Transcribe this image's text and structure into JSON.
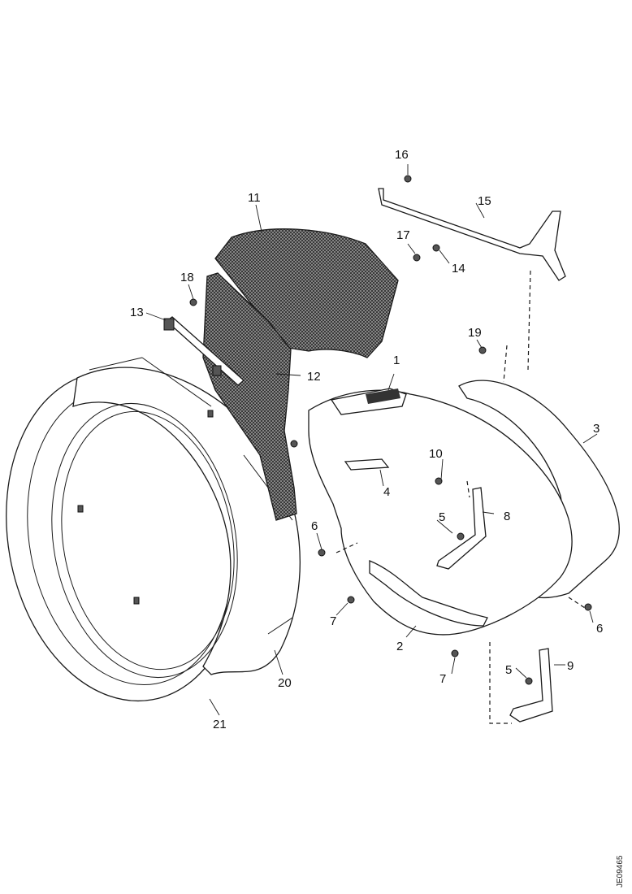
{
  "callouts": {
    "c1": "1",
    "c2": "2",
    "c3": "3",
    "c4": "4",
    "c5a": "5",
    "c5b": "5",
    "c6a": "6",
    "c6b": "6",
    "c7a": "7",
    "c7b": "7",
    "c8": "8",
    "c9": "9",
    "c10": "10",
    "c11": "11",
    "c12": "12",
    "c13": "13",
    "c14": "14",
    "c15": "15",
    "c16": "16",
    "c17": "17",
    "c18": "18",
    "c19": "19",
    "c20": "20",
    "c21": "21"
  },
  "reference_code": "JE09465",
  "colors": {
    "line": "#1a1a1a",
    "mesh": "#3a3a3a",
    "background": "#ffffff"
  }
}
